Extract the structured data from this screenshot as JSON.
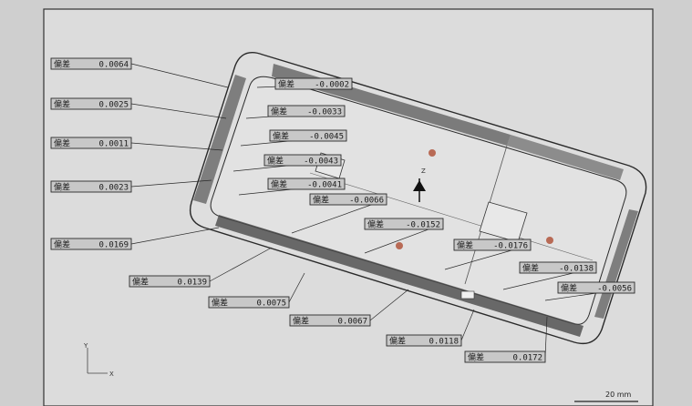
{
  "label_prefix": "偏差",
  "callouts": [
    {
      "value": "0.0064"
    },
    {
      "value": "0.0025"
    },
    {
      "value": "0.0011"
    },
    {
      "value": "0.0023"
    },
    {
      "value": "0.0169"
    },
    {
      "value": "0.0139"
    },
    {
      "value": "0.0075"
    },
    {
      "value": "0.0067"
    },
    {
      "value": "0.0118"
    },
    {
      "value": "0.0172"
    },
    {
      "value": "-0.0002"
    },
    {
      "value": "-0.0033"
    },
    {
      "value": "-0.0045"
    },
    {
      "value": "-0.0043"
    },
    {
      "value": "-0.0041"
    },
    {
      "value": "-0.0066"
    },
    {
      "value": "-0.0152"
    },
    {
      "value": "-0.0176"
    },
    {
      "value": "-0.0138"
    },
    {
      "value": "-0.0056"
    }
  ],
  "axis_marker": "Z",
  "triad": {
    "y": "Y",
    "x": "X"
  },
  "scale_bar": "20 mm",
  "colors": {
    "paper": "#dcdcdc",
    "line": "#2a2a2a",
    "wall_shade": "#4a4a4a",
    "box_fill": "#c8c8c8",
    "marker_dot": "#b86a55"
  }
}
